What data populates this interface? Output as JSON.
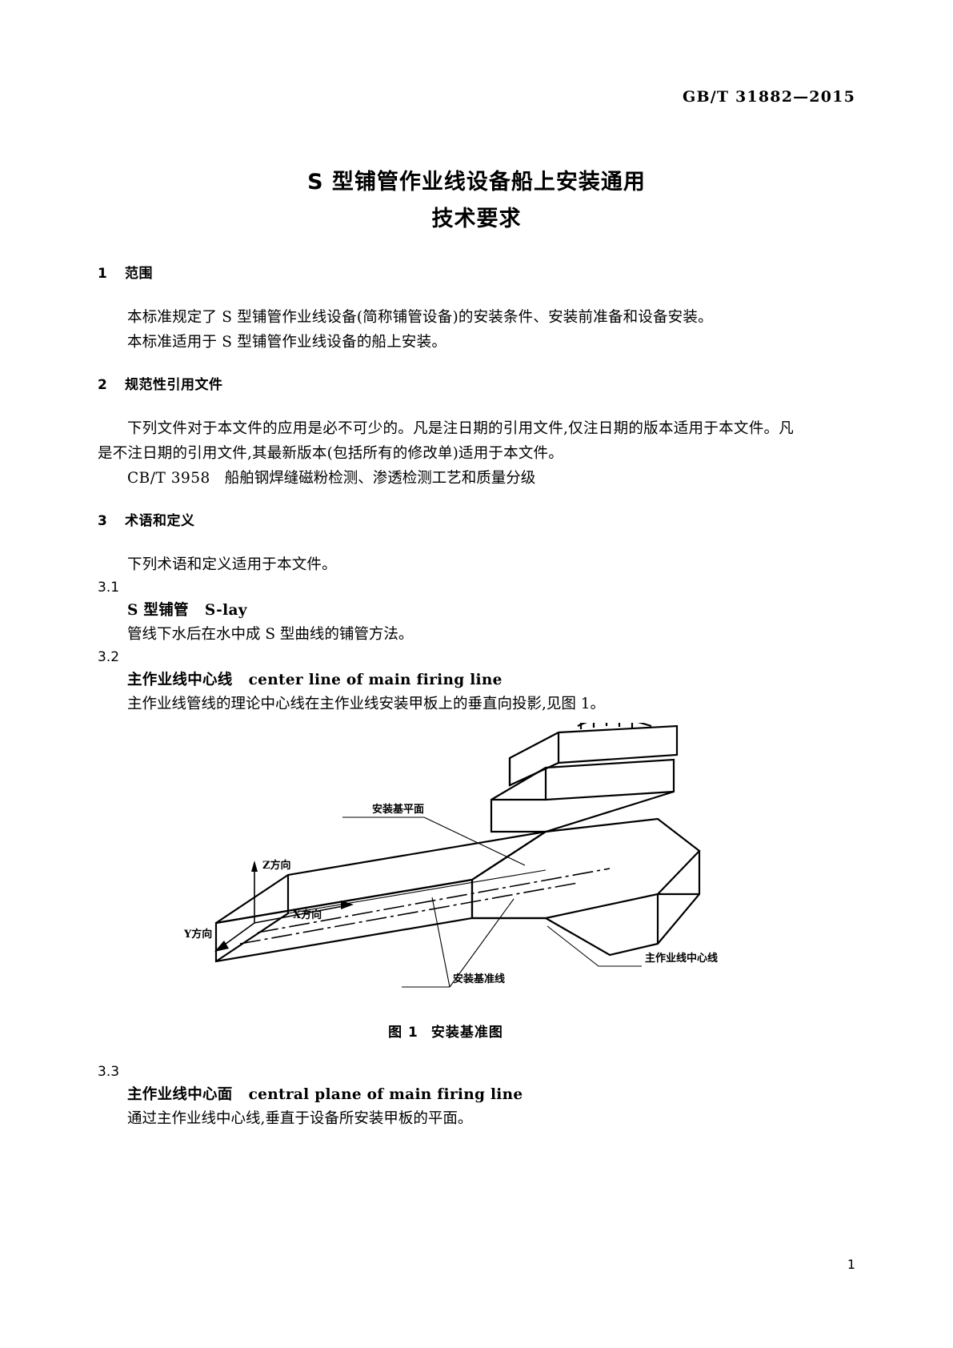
{
  "header": {
    "standard_code": "GB/T 31882—2015"
  },
  "title": {
    "line1": "S 型铺管作业线设备船上安装通用",
    "line2": "技术要求"
  },
  "clauses": [
    {
      "number": "1",
      "heading": "范围",
      "paragraphs": [
        "本标准规定了 S 型铺管作业线设备(简称铺管设备)的安装条件、安装前准备和设备安装。",
        "本标准适用于 S 型铺管作业线设备的船上安装。"
      ]
    },
    {
      "number": "2",
      "heading": "规范性引用文件",
      "paragraphs": [
        "下列文件对于本文件的应用是必不可少的。凡是注日期的引用文件,仅注日期的版本适用于本文件。凡是不注日期的引用文件,其最新版本(包括所有的修改单)适用于本文件。"
      ],
      "reference": {
        "code": "CB/T 3958",
        "name": "船舶钢焊缝磁粉检测、渗透检测工艺和质量分级"
      }
    },
    {
      "number": "3",
      "heading": "术语和定义",
      "paragraphs": [
        "下列术语和定义适用于本文件。"
      ]
    }
  ],
  "terms": [
    {
      "number": "3.1",
      "name_zh": "S 型铺管",
      "name_en": "S-lay",
      "definition": "管线下水后在水中成 S 型曲线的铺管方法。"
    },
    {
      "number": "3.2",
      "name_zh": "主作业线中心线",
      "name_en": "center line of main firing line",
      "definition": "主作业线管线的理论中心线在主作业线安装甲板上的垂直向投影,见图 1。"
    },
    {
      "number": "3.3",
      "name_zh": "主作业线中心面",
      "name_en": "central plane of main firing line",
      "definition": "通过主作业线中心线,垂直于设备所安装甲板的平面。"
    }
  ],
  "figure": {
    "caption_label": "图 1",
    "caption_title": "安装基准图",
    "labels": {
      "install_base_plane": "安装基平面",
      "z_direction": "Z方向",
      "y_direction": "Y方向",
      "x_direction": "X方向",
      "main_firing_center_line": "主作业线中心线",
      "install_datum_line": "安装基准线"
    }
  },
  "page_number": "1",
  "colors": {
    "ink": "#000000",
    "paper": "#ffffff"
  }
}
